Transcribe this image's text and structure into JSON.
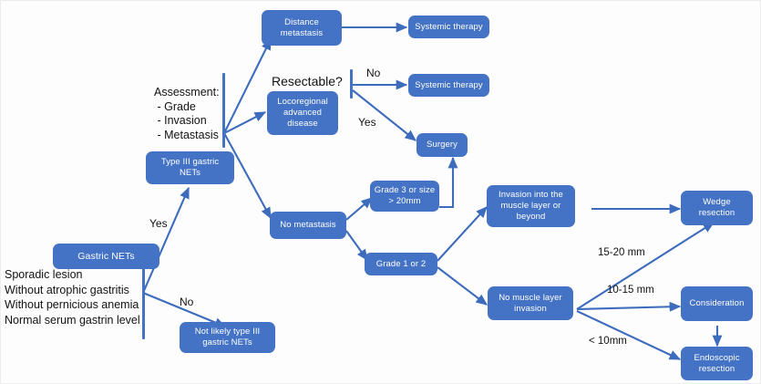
{
  "diagram": {
    "title": "Type III gastric NETs management algorithm",
    "accent_color": "#4472C4",
    "text_color": "#121212",
    "background_color": "#FDFDFD"
  },
  "nodes": {
    "gastric_nets": "Gastric NETs",
    "not_likely": "Not likely type III gastric NETs",
    "type_iii": "Type III gastric NETs",
    "distance_metastasis": "Distance metastasis",
    "systemic_therapy_top": "Systemic therapy",
    "systemic_therapy_mid": "Systemic therapy",
    "locoregional": "Locoregional advanced disease",
    "surgery": "Surgery",
    "no_metastasis": "No metastasis",
    "grade3": "Grade 3 or size > 20mm",
    "grade12": "Grade 1 or 2",
    "invasion_muscle": "Invasion into the muscle layer or beyond",
    "no_muscle_invasion": "No muscle layer invasion",
    "wedge_resection": "Wedge resection",
    "consideration": "Consideration",
    "endoscopic_resection": "Endoscopic resection"
  },
  "criteria": {
    "lines": "Sporadic lesion\nWithout atrophic gastritis\nWithout pernicious anemia\nNormal serum gastrin level"
  },
  "assessment": {
    "lines": "Assessment:\n - Grade\n - Invasion\n - Metastasis"
  },
  "decisions": {
    "resectable": "Resectable?"
  },
  "edge_labels": {
    "yes_type3": "Yes",
    "no_type3": "No",
    "resectable_no": "No",
    "resectable_yes": "Yes",
    "size_15_20": "15-20 mm",
    "size_10_15": "10-15 mm",
    "size_under_10": "< 10mm"
  }
}
